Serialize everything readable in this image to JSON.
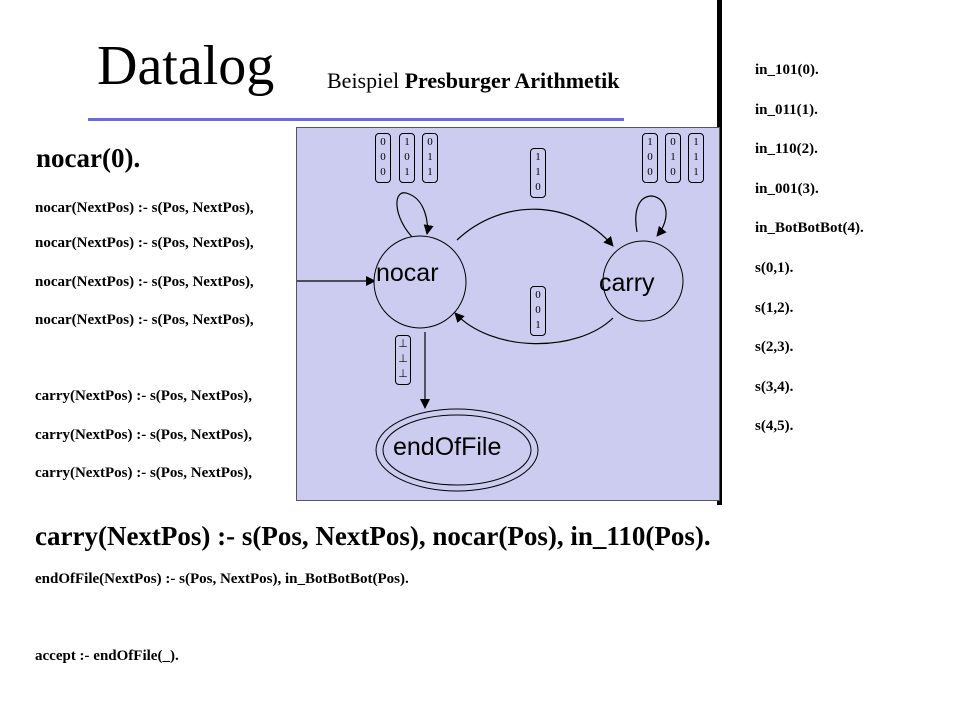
{
  "title": {
    "main": "Datalog",
    "sub_prefix": "Beispiel",
    "sub_bold": "Presburger Arithmetik"
  },
  "rules": {
    "nocar_fact": "nocar(0).",
    "nocar_rules": [
      "nocar(NextPos) :- s(Pos, NextPos),",
      "nocar(NextPos) :- s(Pos, NextPos),",
      "nocar(NextPos) :- s(Pos, NextPos),",
      "nocar(NextPos) :- s(Pos, NextPos),"
    ],
    "carry_rules": [
      "carry(NextPos) :- s(Pos, NextPos),",
      "carry(NextPos) :- s(Pos, NextPos),",
      "carry(NextPos) :- s(Pos, NextPos),"
    ],
    "highlighted": "carry(NextPos)  :- s(Pos, NextPos), nocar(Pos), in_110(Pos).",
    "endoffile": "endOfFile(NextPos)  :- s(Pos, NextPos), in_BotBotBot(Pos).",
    "accept": "accept :- endOfFile(_)."
  },
  "facts": [
    "in_101(0).",
    "in_011(1).",
    "in_110(2).",
    "in_001(3).",
    "in_BotBotBot(4).",
    "s(0,1).",
    "s(1,2).",
    "s(2,3).",
    "s(3,4).",
    "s(4,5)."
  ],
  "diagram": {
    "nodes": {
      "nocar": "nocar",
      "carry": "carry",
      "end": "endOfFile"
    },
    "vectors": {
      "nocar_loop": [
        [
          "0",
          "0",
          "0"
        ],
        [
          "1",
          "0",
          "1"
        ],
        [
          "0",
          "1",
          "1"
        ]
      ],
      "carry_loop": [
        [
          "1",
          "0",
          "0"
        ],
        [
          "0",
          "1",
          "0"
        ],
        [
          "1",
          "1",
          "1"
        ]
      ],
      "to_carry": [
        "1",
        "1",
        "0"
      ],
      "to_nocar": [
        "0",
        "0",
        "1"
      ],
      "to_end": [
        "⊥",
        "⊥",
        "⊥"
      ]
    }
  }
}
